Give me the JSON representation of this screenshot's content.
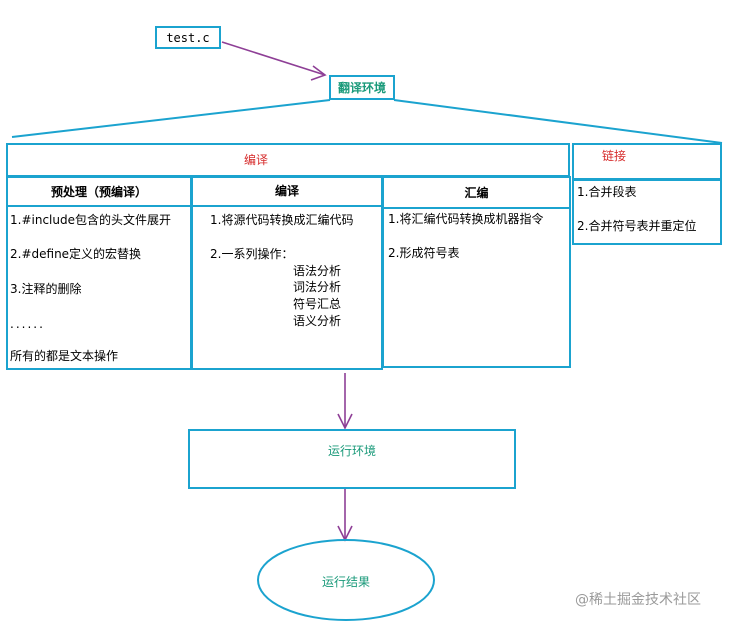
{
  "colors": {
    "box_border": "#1ba3cf",
    "arrow": "#8e3f96",
    "title_text": "#1a9a7a",
    "stage_text": "#d62b2b"
  },
  "source_file": "test.c",
  "translation_env": "翻译环境",
  "compile_stage": "编译",
  "link_stage": "链接",
  "columns": [
    {
      "title": "预处理（预编译）",
      "items": [
        "1.#include包含的头文件展开",
        "2.#define定义的宏替换",
        "3.注释的删除",
        "......",
        "所有的都是文本操作"
      ]
    },
    {
      "title": "编译",
      "items": [
        "1.将源代码转换成汇编代码",
        "2.一系列操作："
      ],
      "sub_items": [
        "语法分析",
        "词法分析",
        "符号汇总",
        "语义分析"
      ]
    },
    {
      "title": "汇编",
      "items": [
        "1.将汇编代码转换成机器指令",
        "2.形成符号表"
      ]
    }
  ],
  "link_items": [
    "1.合并段表",
    "2.合并符号表并重定位"
  ],
  "run_env": "运行环境",
  "run_result": "运行结果",
  "watermark": "@稀土掘金技术社区"
}
